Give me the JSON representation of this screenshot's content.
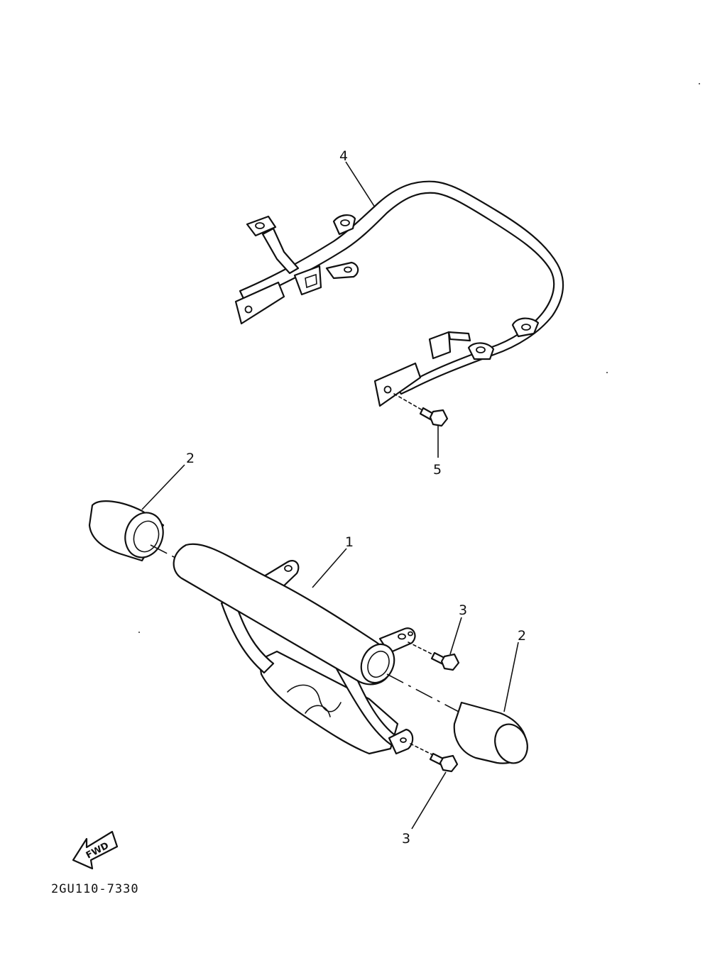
{
  "diagram_code": "2GU110-7330",
  "direction_indicator": "FWD",
  "callouts": [
    {
      "id": "callout-4",
      "label": "4"
    },
    {
      "id": "callout-5",
      "label": "5"
    },
    {
      "id": "callout-2-left",
      "label": "2"
    },
    {
      "id": "callout-1",
      "label": "1"
    },
    {
      "id": "callout-3-upper",
      "label": "3"
    },
    {
      "id": "callout-2-right",
      "label": "2"
    },
    {
      "id": "callout-3-lower",
      "label": "3"
    }
  ]
}
